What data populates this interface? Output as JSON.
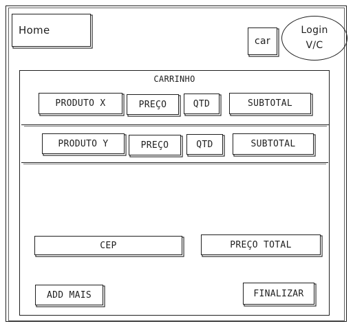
{
  "header": {
    "home_label": "Home",
    "cart_label": "car",
    "login_line1": "Login",
    "login_line2": "V/C"
  },
  "cart": {
    "title": "CARRINHO",
    "items": [
      {
        "product": "PRODUTO X",
        "price": "PREÇO",
        "qty": "QTD",
        "subtotal": "SUBTOTAL"
      },
      {
        "product": "PRODUTO Y",
        "price": "PREÇO",
        "qty": "QTD",
        "subtotal": "SUBTOTAL"
      }
    ],
    "cep_label": "CEP",
    "total_label": "PREÇO TOTAL",
    "add_more_label": "ADD MAIS",
    "finalize_label": "FINALIZAR"
  }
}
